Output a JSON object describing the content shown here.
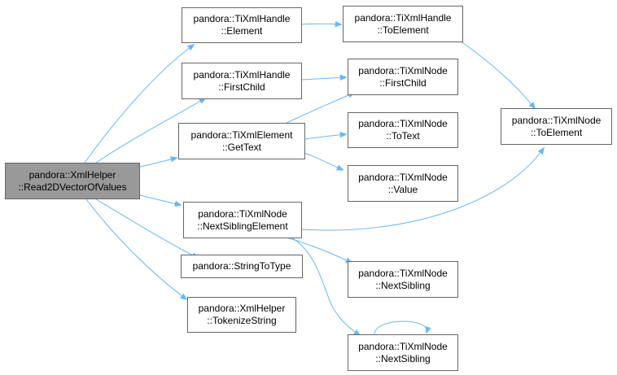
{
  "nodes": {
    "root": {
      "line1": "pandora::XmlHelper",
      "line2": "::Read2DVectorOfValues"
    },
    "hElement": {
      "line1": "pandora::TiXmlHandle",
      "line2": "::Element"
    },
    "hFirst": {
      "line1": "pandora::TiXmlHandle",
      "line2": "::FirstChild"
    },
    "eGetText": {
      "line1": "pandora::TiXmlElement",
      "line2": "::GetText"
    },
    "nNextSibEl": {
      "line1": "pandora::TiXmlNode",
      "line2": "::NextSiblingElement"
    },
    "strToType": {
      "line1": "pandora::StringToType",
      "line2": ""
    },
    "tokenize": {
      "line1": "pandora::XmlHelper",
      "line2": "::TokenizeString"
    },
    "hToElem": {
      "line1": "pandora::TiXmlHandle",
      "line2": "::ToElement"
    },
    "nFirst": {
      "line1": "pandora::TiXmlNode",
      "line2": "::FirstChild"
    },
    "nToText": {
      "line1": "pandora::TiXmlNode",
      "line2": "::ToText"
    },
    "nValue": {
      "line1": "pandora::TiXmlNode",
      "line2": "::Value"
    },
    "nNextSib1": {
      "line1": "pandora::TiXmlNode",
      "line2": "::NextSibling"
    },
    "nNextSib2": {
      "line1": "pandora::TiXmlNode",
      "line2": "::NextSibling"
    },
    "nToElem": {
      "line1": "pandora::TiXmlNode",
      "line2": "::ToElement"
    }
  },
  "colors": {
    "edge": "#63b8ff",
    "border": "#666666",
    "root_fill": "#999999"
  }
}
